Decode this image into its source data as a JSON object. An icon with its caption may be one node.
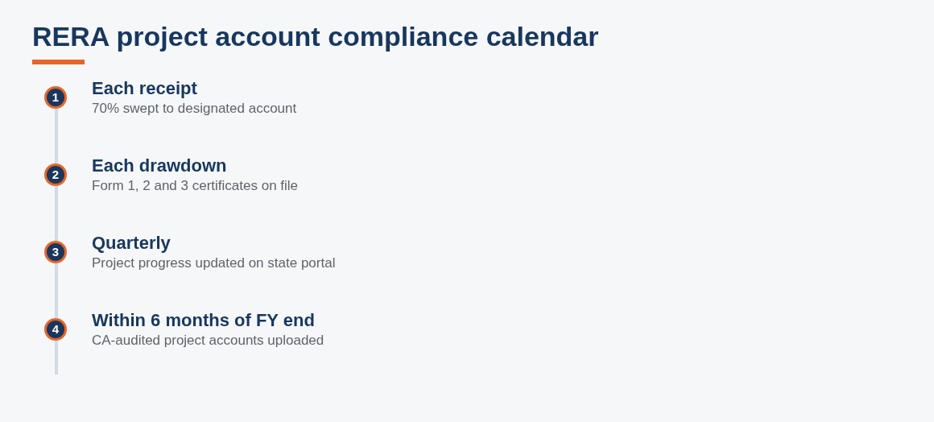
{
  "diagram": {
    "title": "RERA project account compliance calendar",
    "nodes": [
      {
        "text": [
          "1"
        ],
        "beside": [
          "Each receipt",
          "70% swept to designated account"
        ]
      },
      {
        "text": [
          "2"
        ],
        "beside": [
          "Each drawdown",
          "Form 1, 2 and 3 certificates on file"
        ]
      },
      {
        "text": [
          "3"
        ],
        "beside": [
          "Quarterly",
          "Project progress updated on state portal"
        ]
      },
      {
        "text": [
          "4"
        ],
        "beside": [
          "Within 6 months of FY end",
          "CA-audited project accounts uploaded"
        ]
      }
    ],
    "edges": [
      {
        "from": 0,
        "to": 1,
        "arrow": "none"
      },
      {
        "from": 1,
        "to": 2,
        "arrow": "none"
      },
      {
        "from": 2,
        "to": 3,
        "arrow": "none"
      }
    ]
  }
}
